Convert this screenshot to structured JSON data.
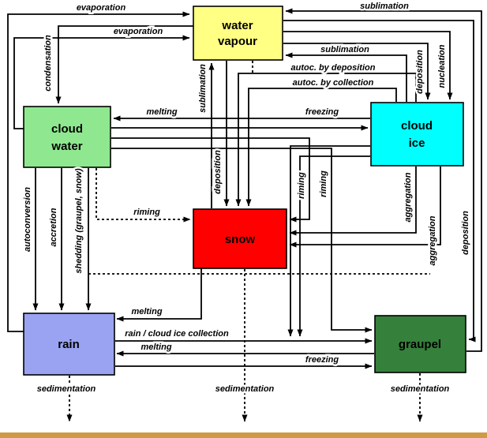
{
  "boxes": {
    "water_vapour": {
      "line1": "water",
      "line2": "vapour",
      "color": "#ffff84"
    },
    "cloud_water": {
      "line1": "cloud",
      "line2": "water",
      "color": "#8fe88f"
    },
    "cloud_ice": {
      "line1": "cloud",
      "line2": "ice",
      "color": "#00ffff"
    },
    "snow": {
      "line1": "snow",
      "color": "#ff0000"
    },
    "rain": {
      "line1": "rain",
      "color": "#9aa3f2"
    },
    "graupel": {
      "line1": "graupel",
      "color": "#35803a"
    }
  },
  "labels": {
    "evaporation_top": "evaporation",
    "evaporation_mid": "evaporation",
    "condensation": "condensation",
    "sublimation_top": "sublimation",
    "sublimation_right": "sublimation",
    "sublimation_center": "sublimation",
    "deposition_ci": "deposition",
    "deposition_sn": "deposition",
    "deposition_gr": "deposition",
    "nucleation": "nucleation",
    "autoc_by_deposition": "autoc. by deposition",
    "autoc_by_collection": "autoc. by collection",
    "melting_ci": "melting",
    "freezing_cw": "freezing",
    "riming_left": "riming",
    "riming_v1": "riming",
    "riming_v2": "riming",
    "aggregation_1": "aggregation",
    "aggregation_2": "aggregation",
    "autoconversion": "autoconversion",
    "accretion": "accretion",
    "shedding": "shedding (graupel, snow)",
    "melting_sn": "melting",
    "rain_cloud_ice_collection": "rain / cloud ice collection",
    "melting_gr": "melting",
    "freezing_ra": "freezing",
    "sedimentation_rain": "sedimentation",
    "sedimentation_snow": "sedimentation",
    "sedimentation_graupel": "sedimentation"
  },
  "colors": {
    "arrow": "#000000",
    "ground_strip": "#cf9a45"
  }
}
